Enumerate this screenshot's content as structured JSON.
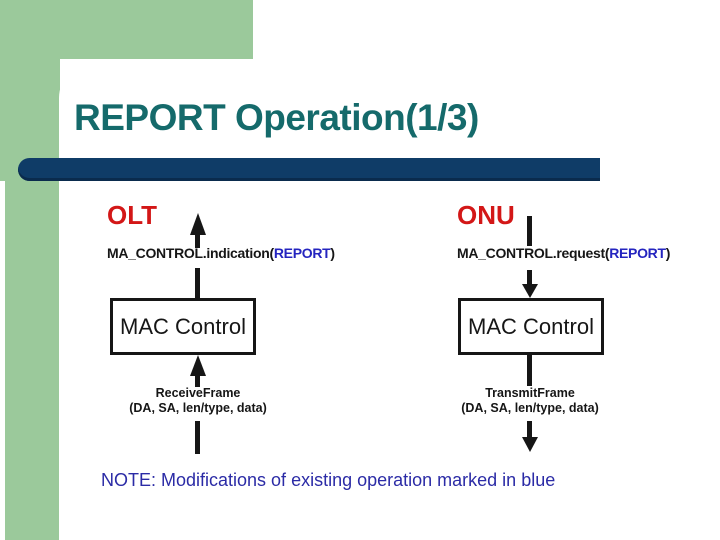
{
  "slide": {
    "title": "REPORT Operation(1/3)",
    "note": "NOTE: Modifications of existing operation marked in blue"
  },
  "diagram": {
    "left": {
      "entity": "OLT",
      "primitive": {
        "prefix": "MA_CONTROL.indication(",
        "highlight": "REPORT",
        "suffix": ")"
      },
      "box": "MAC Control",
      "frame_label": "ReceiveFrame",
      "frame_params": "(DA, SA, len/type, data)",
      "flow_direction": "up"
    },
    "right": {
      "entity": "ONU",
      "primitive": {
        "prefix": "MA_CONTROL.request(",
        "highlight": "REPORT",
        "suffix": ")"
      },
      "box": "MAC Control",
      "frame_label": "TransmitFrame",
      "frame_params": "(DA, SA, len/type, data)",
      "flow_direction": "down"
    },
    "colors": {
      "background_green": "#9bc99b",
      "title_teal": "#156a6b",
      "bar_navy": "#0f3c67",
      "entity_red": "#d31717",
      "highlight_blue": "#2424bf",
      "note_blue": "#2b2ba6",
      "line_black": "#161616"
    }
  }
}
